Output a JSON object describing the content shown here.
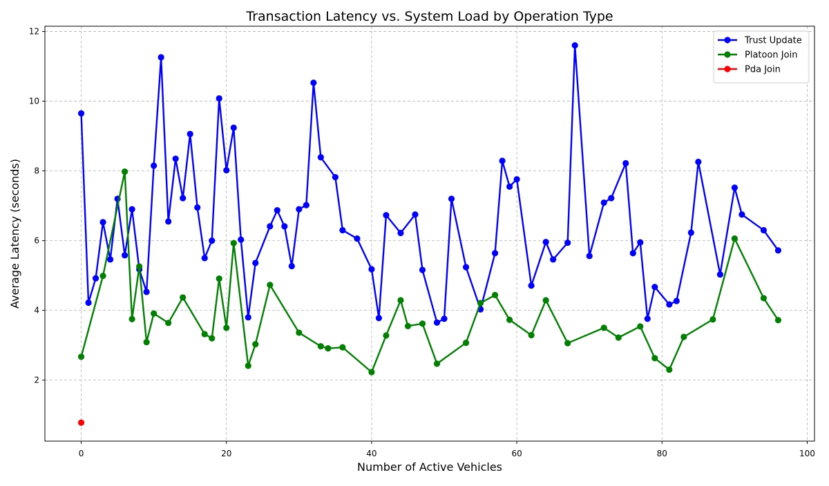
{
  "chart_data": {
    "type": "line",
    "title": "Transaction Latency vs. System Load by Operation Type",
    "xlabel": "Number of Active Vehicles",
    "ylabel": "Average Latency (seconds)",
    "xlim": [
      -5,
      101
    ],
    "ylim": [
      0.25,
      12.15
    ],
    "xticks": [
      0,
      20,
      40,
      60,
      80,
      100
    ],
    "yticks": [
      2,
      4,
      6,
      8,
      10,
      12
    ],
    "grid": true,
    "legend_position": "top-right",
    "series": [
      {
        "name": "Trust Update",
        "color": "#0000ff",
        "points": [
          [
            0,
            9.65
          ],
          [
            1,
            4.22
          ],
          [
            2,
            4.92
          ],
          [
            3,
            6.53
          ],
          [
            4,
            5.46
          ],
          [
            5,
            7.2
          ],
          [
            6,
            5.58
          ],
          [
            7,
            6.9
          ],
          [
            8,
            5.18
          ],
          [
            9,
            4.53
          ],
          [
            10,
            8.15
          ],
          [
            11,
            11.26
          ],
          [
            12,
            6.55
          ],
          [
            13,
            8.35
          ],
          [
            14,
            7.22
          ],
          [
            15,
            9.06
          ],
          [
            16,
            6.95
          ],
          [
            17,
            5.5
          ],
          [
            18,
            6.0
          ],
          [
            19,
            10.08
          ],
          [
            20,
            8.02
          ],
          [
            21,
            9.24
          ],
          [
            22,
            6.03
          ],
          [
            23,
            3.8
          ],
          [
            24,
            5.36
          ],
          [
            26,
            6.41
          ],
          [
            27,
            6.87
          ],
          [
            28,
            6.41
          ],
          [
            29,
            5.27
          ],
          [
            30,
            6.9
          ],
          [
            31,
            7.02
          ],
          [
            32,
            10.53
          ],
          [
            33,
            8.39
          ],
          [
            35,
            7.82
          ],
          [
            36,
            6.3
          ],
          [
            38,
            6.06
          ],
          [
            40,
            5.18
          ],
          [
            41,
            3.78
          ],
          [
            42,
            6.73
          ],
          [
            44,
            6.22
          ],
          [
            46,
            6.75
          ],
          [
            47,
            5.16
          ],
          [
            49,
            3.65
          ],
          [
            50,
            3.76
          ],
          [
            51,
            7.2
          ],
          [
            53,
            5.24
          ],
          [
            55,
            4.03
          ],
          [
            57,
            5.64
          ],
          [
            58,
            8.29
          ],
          [
            59,
            7.55
          ],
          [
            60,
            7.76
          ],
          [
            62,
            4.71
          ],
          [
            64,
            5.96
          ],
          [
            65,
            5.46
          ],
          [
            67,
            5.94
          ],
          [
            68,
            11.6
          ],
          [
            70,
            5.56
          ],
          [
            72,
            7.09
          ],
          [
            73,
            7.22
          ],
          [
            75,
            8.22
          ],
          [
            76,
            5.64
          ],
          [
            77,
            5.95
          ],
          [
            78,
            3.76
          ],
          [
            79,
            4.67
          ],
          [
            81,
            4.17
          ],
          [
            82,
            4.27
          ],
          [
            84,
            6.23
          ],
          [
            85,
            8.26
          ],
          [
            88,
            5.03
          ],
          [
            90,
            7.52
          ],
          [
            91,
            6.75
          ],
          [
            94,
            6.3
          ],
          [
            96,
            5.72
          ]
        ]
      },
      {
        "name": "Platoon Join",
        "color": "#008000",
        "points": [
          [
            0,
            2.67
          ],
          [
            3,
            4.99
          ],
          [
            6,
            7.98
          ],
          [
            7,
            3.75
          ],
          [
            8,
            5.26
          ],
          [
            9,
            3.09
          ],
          [
            10,
            3.91
          ],
          [
            12,
            3.64
          ],
          [
            14,
            4.37
          ],
          [
            17,
            3.32
          ],
          [
            18,
            3.2
          ],
          [
            19,
            4.91
          ],
          [
            20,
            3.5
          ],
          [
            21,
            5.93
          ],
          [
            23,
            2.41
          ],
          [
            24,
            3.03
          ],
          [
            26,
            4.73
          ],
          [
            30,
            3.36
          ],
          [
            33,
            2.97
          ],
          [
            34,
            2.91
          ],
          [
            36,
            2.94
          ],
          [
            40,
            2.23
          ],
          [
            42,
            3.28
          ],
          [
            44,
            4.29
          ],
          [
            45,
            3.55
          ],
          [
            47,
            3.62
          ],
          [
            49,
            2.47
          ],
          [
            53,
            3.07
          ],
          [
            55,
            4.21
          ],
          [
            57,
            4.44
          ],
          [
            59,
            3.73
          ],
          [
            62,
            3.29
          ],
          [
            64,
            4.29
          ],
          [
            67,
            3.06
          ],
          [
            72,
            3.5
          ],
          [
            74,
            3.22
          ],
          [
            77,
            3.54
          ],
          [
            79,
            2.63
          ],
          [
            81,
            2.3
          ],
          [
            83,
            3.24
          ],
          [
            87,
            3.74
          ],
          [
            90,
            6.06
          ],
          [
            94,
            4.35
          ],
          [
            96,
            3.72
          ]
        ]
      },
      {
        "name": "Pda Join",
        "color": "#ff0000",
        "points": [
          [
            0,
            0.78
          ]
        ]
      }
    ]
  }
}
